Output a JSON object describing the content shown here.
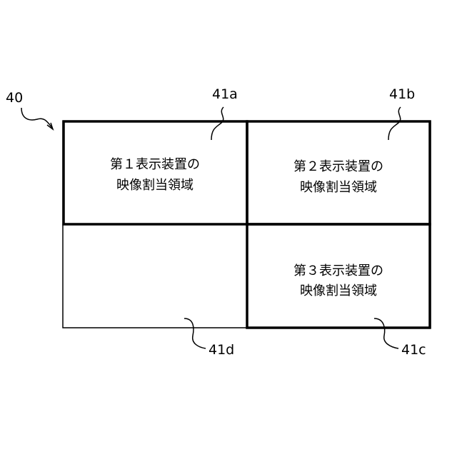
{
  "figure": {
    "ref_main": "40",
    "regions": [
      {
        "ref": "41a",
        "line1": "第１表示装置の",
        "line2": "映像割当領域",
        "emphasized": true
      },
      {
        "ref": "41b",
        "line1": "第２表示装置の",
        "line2": "映像割当領域",
        "emphasized": true
      },
      {
        "ref": "41c",
        "line1": "第３表示装置の",
        "line2": "映像割当領域",
        "emphasized": true
      },
      {
        "ref": "41d",
        "line1": "",
        "line2": "",
        "emphasized": false
      }
    ]
  },
  "colors": {
    "line": "#000000",
    "background": "#ffffff"
  }
}
